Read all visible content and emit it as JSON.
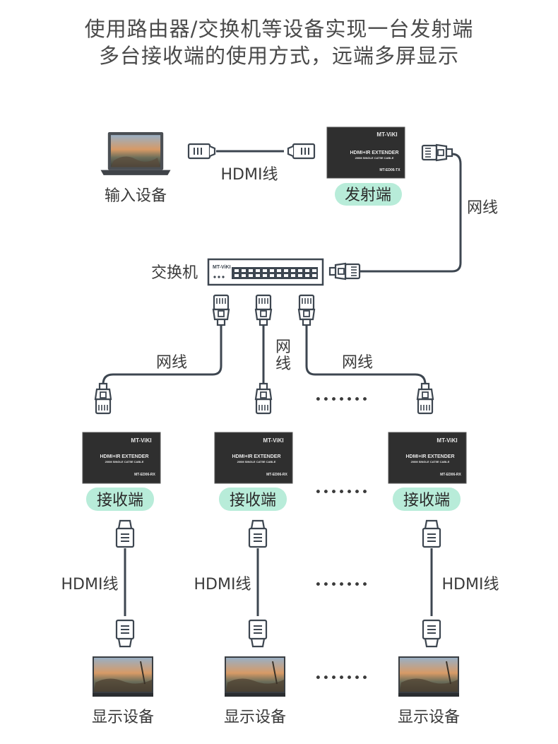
{
  "heading": {
    "line1": "使用路由器/交换机等设备实现一台发射端",
    "line2": "多台接收端的使用方式，远端多屏显示"
  },
  "labels": {
    "input_device": "输入设备",
    "hdmi_cable": "HDMI线",
    "transmitter": "发射端",
    "network_cable": "网线",
    "network_cable_v1": "网",
    "network_cable_v2": "线",
    "switch": "交换机",
    "receiver": "接收端",
    "display_device": "显示设备",
    "ellipsis": "•••••••"
  },
  "device_text": {
    "brand": "MT-ViKI",
    "product": "HDMI+IR EXTENDER",
    "subtitle": "200M SINGLE CAT5E CABLE",
    "tx_model": "MT-ED06-TX",
    "rx_model": "MT-ED06-RX"
  },
  "colors": {
    "accent_pill": "#b8ecd9",
    "line": "#3d4650",
    "device": "#2f2f2f"
  }
}
